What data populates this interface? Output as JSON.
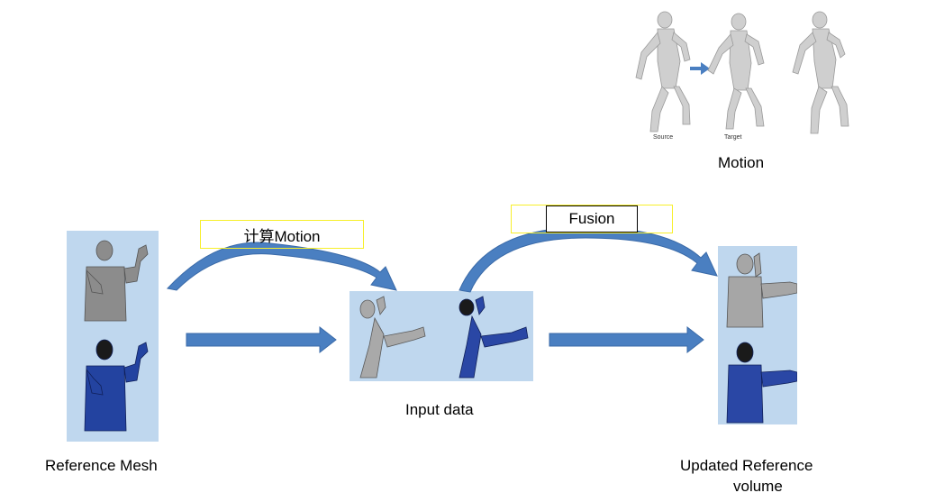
{
  "motion_inset": {
    "source_label": "Source",
    "target_label": "Target",
    "caption": "Motion"
  },
  "labels": {
    "reference_mesh": "Reference Mesh",
    "input_data": "Input data",
    "updated_reference_line1": "Updated Reference",
    "updated_reference_line2": "volume",
    "compute_motion": "计算Motion",
    "fusion": "Fusion"
  },
  "colors": {
    "panel": "#bfd7ee",
    "arrow": "#4a7fc1",
    "arrow_edge": "#3a6aa8",
    "highlight_box": "#f7ef2a"
  }
}
